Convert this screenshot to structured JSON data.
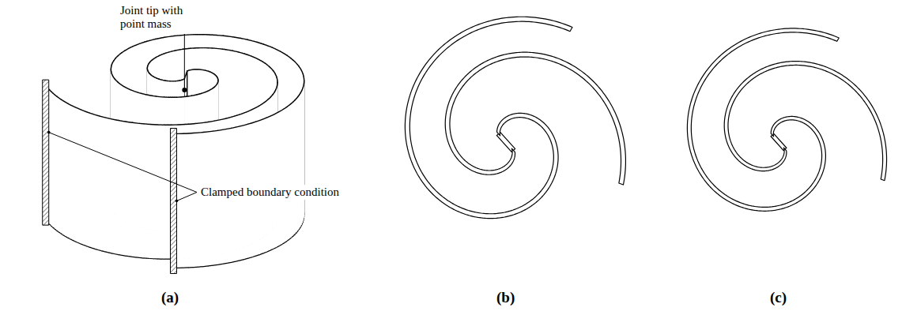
{
  "diagram": {
    "labels": [
      "Joint tip with point mass",
      "Clamped boundary condition",
      "(a)",
      "(b)",
      "(c)"
    ]
  }
}
